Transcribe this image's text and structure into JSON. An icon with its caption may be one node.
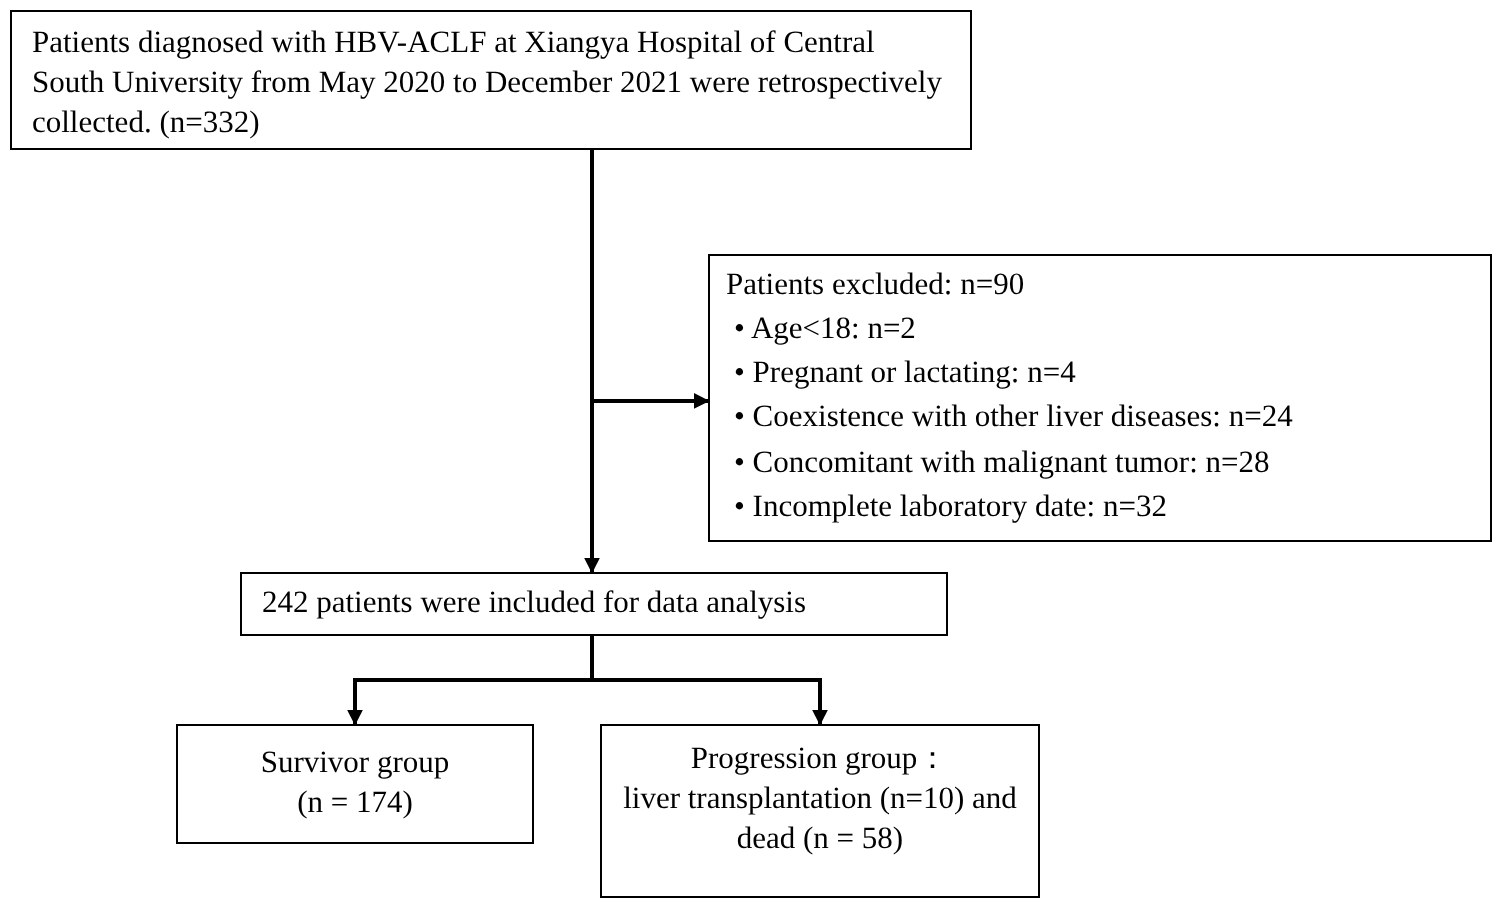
{
  "diagram": {
    "nodes": [
      {
        "text": [
          "Patients diagnosed with HBV-ACLF at Xiangya Hospital of Central South University from May 2020 to December 2021 were retrospectively collected. (n=332)"
        ]
      },
      {
        "text": [
          "Patients excluded: n=90",
          "• Age<18: n=2",
          "• Pregnant or lactating: n=4",
          "• Coexistence with other liver diseases: n=24",
          "• Concomitant with malignant tumor: n=28",
          "• Incomplete laboratory date: n=32"
        ]
      },
      {
        "text": [
          "242 patients were included for data analysis"
        ]
      },
      {
        "text": [
          "Survivor group",
          "(n = 174)"
        ]
      },
      {
        "text": [
          "Progression group：",
          "liver transplantation (n=10) and dead (n = 58)"
        ]
      }
    ],
    "edges": [
      {
        "from": 0,
        "to": 2,
        "arrow": "to"
      },
      {
        "from": 0,
        "to": 1,
        "arrow": "to"
      },
      {
        "from": 2,
        "to": 3,
        "arrow": "to"
      },
      {
        "from": 2,
        "to": 4,
        "arrow": "to"
      }
    ]
  }
}
